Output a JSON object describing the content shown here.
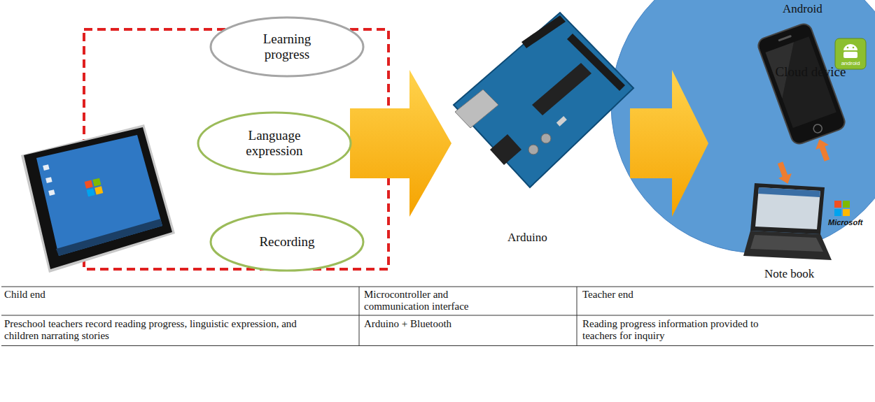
{
  "diagram": {
    "nodes": [
      {
        "text": [
          "Learning progress"
        ]
      },
      {
        "text": [
          "Language expression"
        ]
      },
      {
        "text": [
          "Recording"
        ]
      },
      {
        "text": [
          "Cloud device"
        ]
      }
    ],
    "labels": [
      "Arduino",
      "Android",
      "android",
      "Microsoft",
      "Note book",
      "Child end",
      "Microcontroller and communication interface",
      "Teacher end",
      "Preschool teachers record reading progress, linguistic expression, and children narrating stories",
      "Arduino + Bluetooth",
      "Reading progress information provided to teachers for inquiry"
    ]
  }
}
